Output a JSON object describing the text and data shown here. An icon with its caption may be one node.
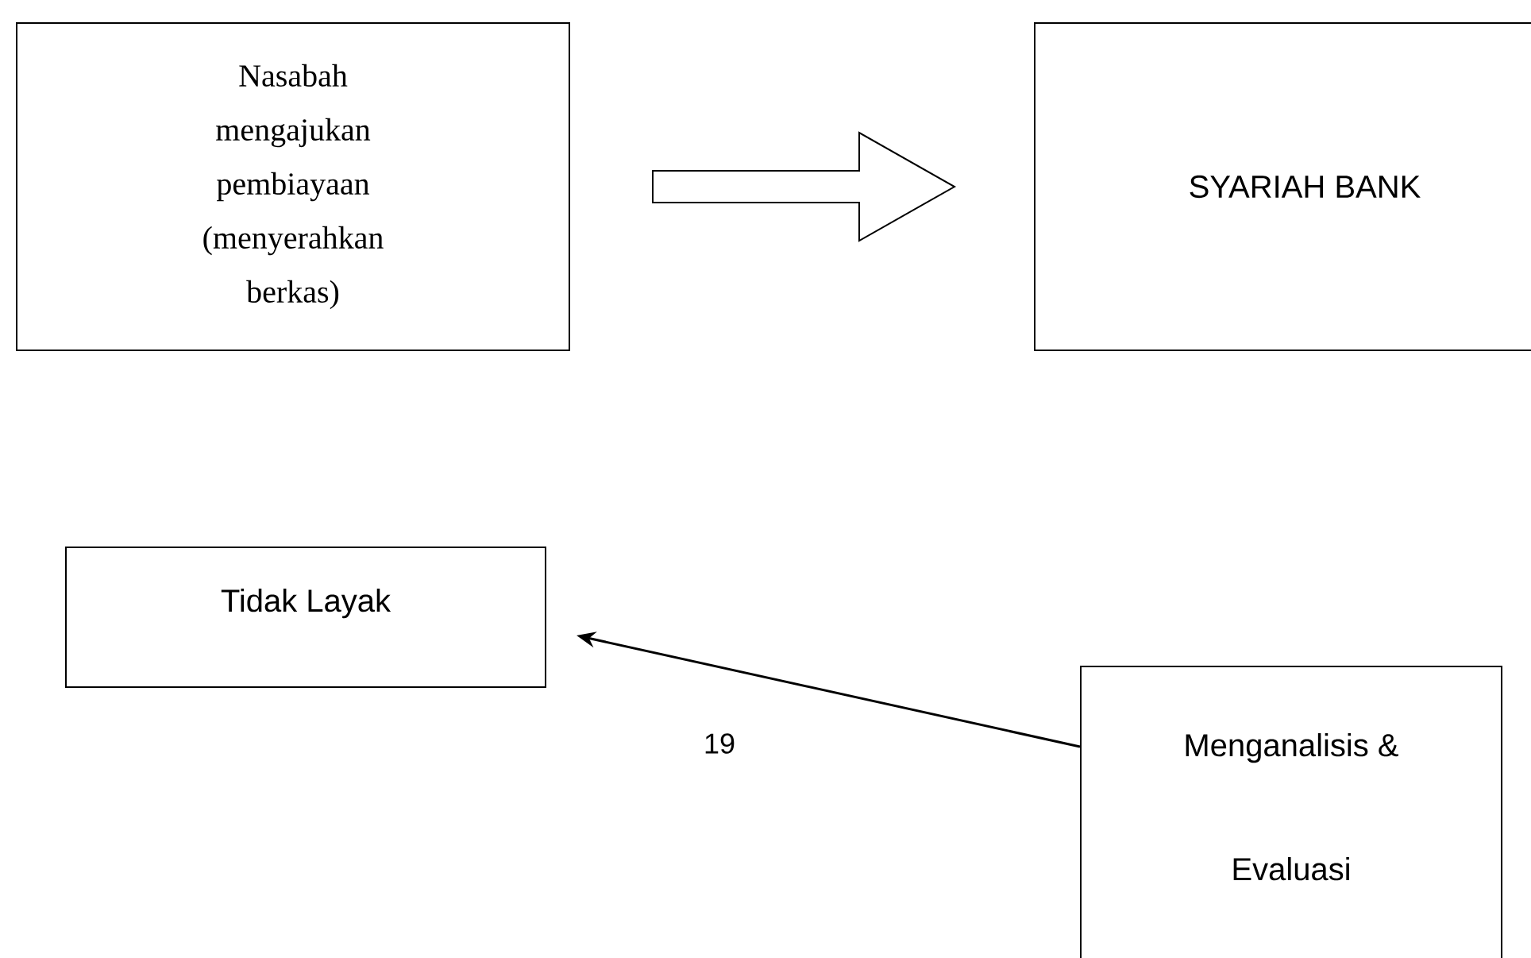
{
  "diagram": {
    "nodes": [
      {
        "text": [
          "Nasabah mengajukan pembiayaan (menyerahkan berkas)"
        ]
      },
      {
        "text": [
          "SYARIAH BANK"
        ]
      },
      {
        "text": [
          "Tidak Layak"
        ]
      },
      {
        "text": [
          "Menganalisis & Evaluasi"
        ]
      }
    ],
    "edges": [
      {
        "from": 0,
        "to": 1,
        "arrow": "to",
        "style": "thick"
      },
      {
        "from": 3,
        "to": 2,
        "arrow": "to"
      }
    ],
    "labels": [
      "19"
    ]
  }
}
